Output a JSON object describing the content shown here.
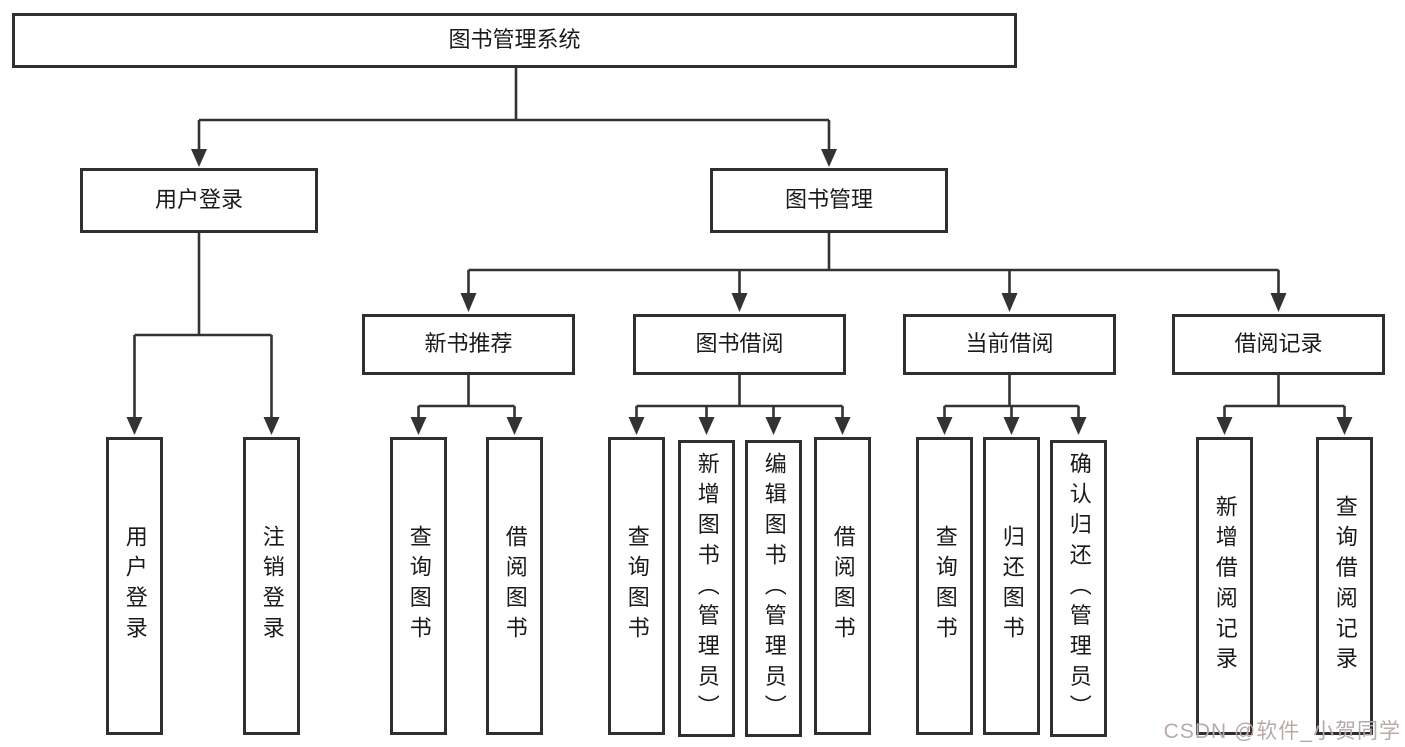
{
  "diagram": {
    "title": "图书管理系统",
    "root": {
      "label": "图书管理系统"
    },
    "branches": [
      {
        "label": "用户登录",
        "children": [
          {
            "label": "用户登录"
          },
          {
            "label": "注销登录"
          }
        ]
      },
      {
        "label": "图书管理",
        "children": [
          {
            "label": "新书推荐",
            "children": [
              {
                "label": "查询图书"
              },
              {
                "label": "借阅图书"
              }
            ]
          },
          {
            "label": "图书借阅",
            "children": [
              {
                "label": "查询图书"
              },
              {
                "label": "新增图书（管理员）"
              },
              {
                "label": "编辑图书（管理员）"
              },
              {
                "label": "借阅图书"
              }
            ]
          },
          {
            "label": "当前借阅",
            "children": [
              {
                "label": "查询图书"
              },
              {
                "label": "归还图书"
              },
              {
                "label": "确认归还（管理员）"
              }
            ]
          },
          {
            "label": "借阅记录",
            "children": [
              {
                "label": "新增借阅记录"
              },
              {
                "label": "查询借阅记录"
              }
            ]
          }
        ]
      }
    ]
  },
  "watermark": {
    "text": "CSDN @软件_小贺同学",
    "color": "#b9a9a9"
  },
  "colors": {
    "line": "#333333",
    "box_border": "#2f2f2f",
    "box_background": "#ffffff",
    "text": "#1a1a1a",
    "page_background": "#ffffff"
  }
}
